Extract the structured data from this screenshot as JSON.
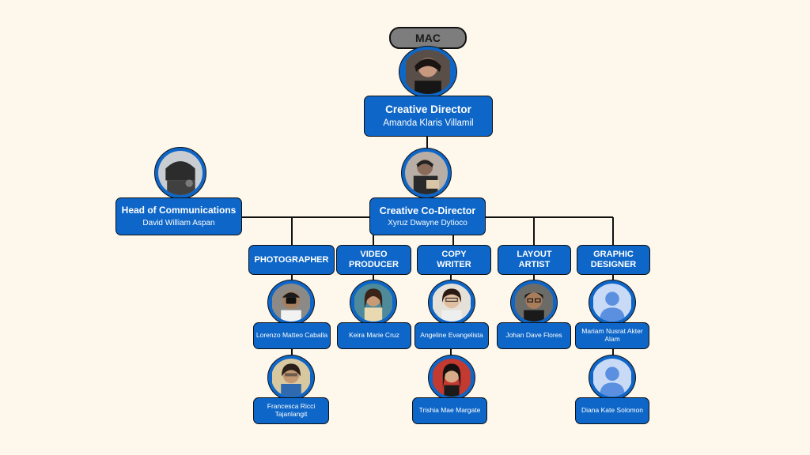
{
  "top_badge": "MAC",
  "creative_director": {
    "role": "Creative Director",
    "name": "Amanda Klaris Villamil"
  },
  "co_director": {
    "role": "Creative Co-Director",
    "name": "Xyruz Dwayne Dytioco"
  },
  "head_comms": {
    "role": "Head of Communications",
    "name": "David William Aspan"
  },
  "teams": [
    {
      "role": "PHOTOGRAPHER",
      "members": [
        "Lorenzo Matteo Caballa",
        "Francesca Ricci Tajanlangit"
      ]
    },
    {
      "role_line1": "VIDEO",
      "role_line2": "PRODUCER",
      "members": [
        "Keira Marie Cruz"
      ]
    },
    {
      "role_line1": "COPY",
      "role_line2": "WRITER",
      "members": [
        "Angeline Evangelista",
        "Trishia Mae Margate"
      ]
    },
    {
      "role_line1": "LAYOUT",
      "role_line2": "ARTIST",
      "members": [
        "Johan Dave Flores"
      ]
    },
    {
      "role_line1": "GRAPHIC",
      "role_line2": "DESIGNER",
      "members": [
        "Mariam Nusrat Akter Alam",
        "Diana Kate Solomon"
      ]
    }
  ],
  "colors": {
    "box": "#0d66c8",
    "background": "#fdf7ec",
    "badge": "#7d7d7d",
    "lines": "#111111"
  }
}
